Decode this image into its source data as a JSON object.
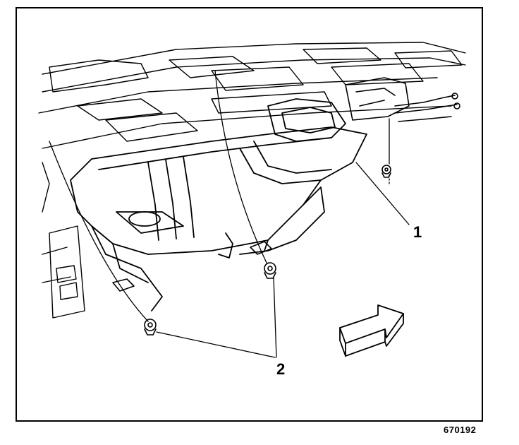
{
  "diagram": {
    "callouts": [
      {
        "id": "callout-1",
        "label": "1",
        "part": "fuel-tank-shield"
      },
      {
        "id": "callout-2",
        "label": "2",
        "part": "shield-nut"
      }
    ],
    "figure_id": "670192",
    "arrow_direction": "front-of-vehicle"
  }
}
